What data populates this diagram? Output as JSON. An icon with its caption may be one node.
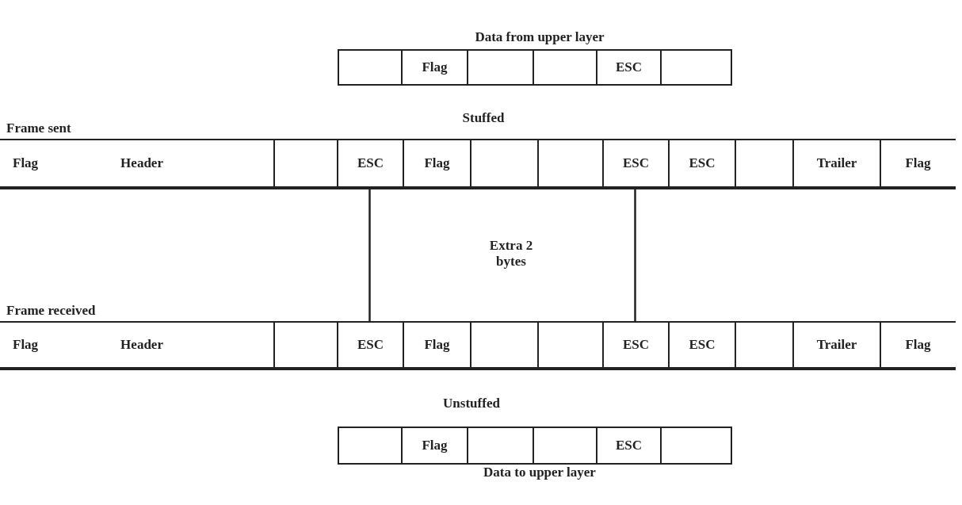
{
  "diagram": {
    "nodes": [
      {
        "text": [
          "Data from upper layer"
        ]
      },
      {
        "text": [],
        "shape": "box",
        "in": 0
      },
      {
        "text": [
          "Flag"
        ],
        "in": 0
      },
      {
        "text": [],
        "shape": "box",
        "in": 0
      },
      {
        "text": [],
        "shape": "box",
        "in": 0
      },
      {
        "text": [
          "ESC"
        ],
        "in": 0
      },
      {
        "text": [],
        "shape": "box",
        "in": 0
      },
      {
        "text": [
          "Frame sent"
        ]
      },
      {
        "text": [
          "Flag",
          "Header"
        ],
        "in": 7
      },
      {
        "text": [],
        "shape": "box",
        "in": 7
      },
      {
        "text": [
          "ESC"
        ],
        "in": 7
      },
      {
        "text": [
          "Flag"
        ],
        "in": 7
      },
      {
        "text": [],
        "shape": "box",
        "in": 7
      },
      {
        "text": [],
        "shape": "box",
        "in": 7
      },
      {
        "text": [
          "ESC"
        ],
        "in": 7
      },
      {
        "text": [
          "ESC"
        ],
        "in": 7
      },
      {
        "text": [],
        "shape": "box",
        "in": 7
      },
      {
        "text": [
          "Trailer"
        ],
        "in": 7
      },
      {
        "text": [
          "Flag"
        ],
        "in": 7
      },
      {
        "text": [
          "Frame received"
        ]
      },
      {
        "text": [
          "Flag",
          "Header"
        ],
        "in": 19
      },
      {
        "text": [],
        "shape": "box",
        "in": 19
      },
      {
        "text": [
          "ESC"
        ],
        "in": 19
      },
      {
        "text": [
          "Flag"
        ],
        "in": 19
      },
      {
        "text": [],
        "shape": "box",
        "in": 19
      },
      {
        "text": [],
        "shape": "box",
        "in": 19
      },
      {
        "text": [
          "ESC"
        ],
        "in": 19
      },
      {
        "text": [
          "ESC"
        ],
        "in": 19
      },
      {
        "text": [],
        "shape": "box",
        "in": 19
      },
      {
        "text": [
          "Trailer"
        ],
        "in": 19
      },
      {
        "text": [
          "Flag"
        ],
        "in": 19
      },
      {
        "text": [
          "Data to upper layer"
        ]
      },
      {
        "text": [],
        "shape": "box",
        "in": 31
      },
      {
        "text": [
          "Flag"
        ],
        "in": 31
      },
      {
        "text": [],
        "shape": "box",
        "in": 31
      },
      {
        "text": [],
        "shape": "box",
        "in": 31
      },
      {
        "text": [
          "ESC"
        ],
        "in": 31
      },
      {
        "text": [],
        "shape": "box",
        "in": 31
      }
    ],
    "edges": [
      {
        "from": 22,
        "to": 10,
        "arrow": "none"
      },
      {
        "from": 26,
        "to": 14,
        "arrow": "none"
      }
    ],
    "labels": [
      "Stuffed",
      "Extra 2 bytes",
      "Unstuffed"
    ]
  }
}
